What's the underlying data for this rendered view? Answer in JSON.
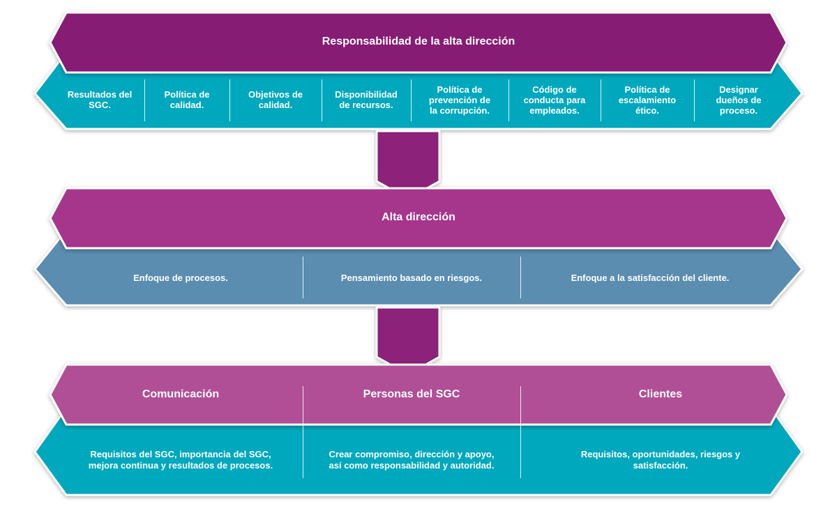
{
  "colors": {
    "purple_dark": "#861f73",
    "purple_mid": "#a6358c",
    "purple_light": "#b04f96",
    "teal": "#00a8bd",
    "steel_blue": "#5a8db0",
    "arrow_purple": "#8c2479",
    "divider": "#ffffff",
    "text": "#ffffff"
  },
  "section1": {
    "title": "Responsabilidad de la alta dirección",
    "items": [
      "Resultados del\nSGC.",
      "Política de\ncalidad.",
      "Objetivos de\ncalidad.",
      "Disponibilidad\nde recursos.",
      "Política de\nprevención de\nla corrupción.",
      "Código de\nconducta para\nempleados.",
      "Política de\nescalamiento\nético.",
      "Designar\ndueños de\nproceso."
    ]
  },
  "section2": {
    "title": "Alta dirección",
    "items": [
      "Enfoque de procesos.",
      "Pensamiento basado en riesgos.",
      "Enfoque a la satisfacción del cliente."
    ]
  },
  "section3": {
    "headers": [
      "Comunicación",
      "Personas del SGC",
      "Clientes"
    ],
    "items": [
      "Requisitos del SGC, importancia del SGC,\nmejora continua y resultados de procesos.",
      "Crear compromiso, dirección y apoyo,\nasí como responsabilidad y autoridad.",
      "Requisitos, oportunidades, riesgos y\nsatisfacción."
    ]
  }
}
